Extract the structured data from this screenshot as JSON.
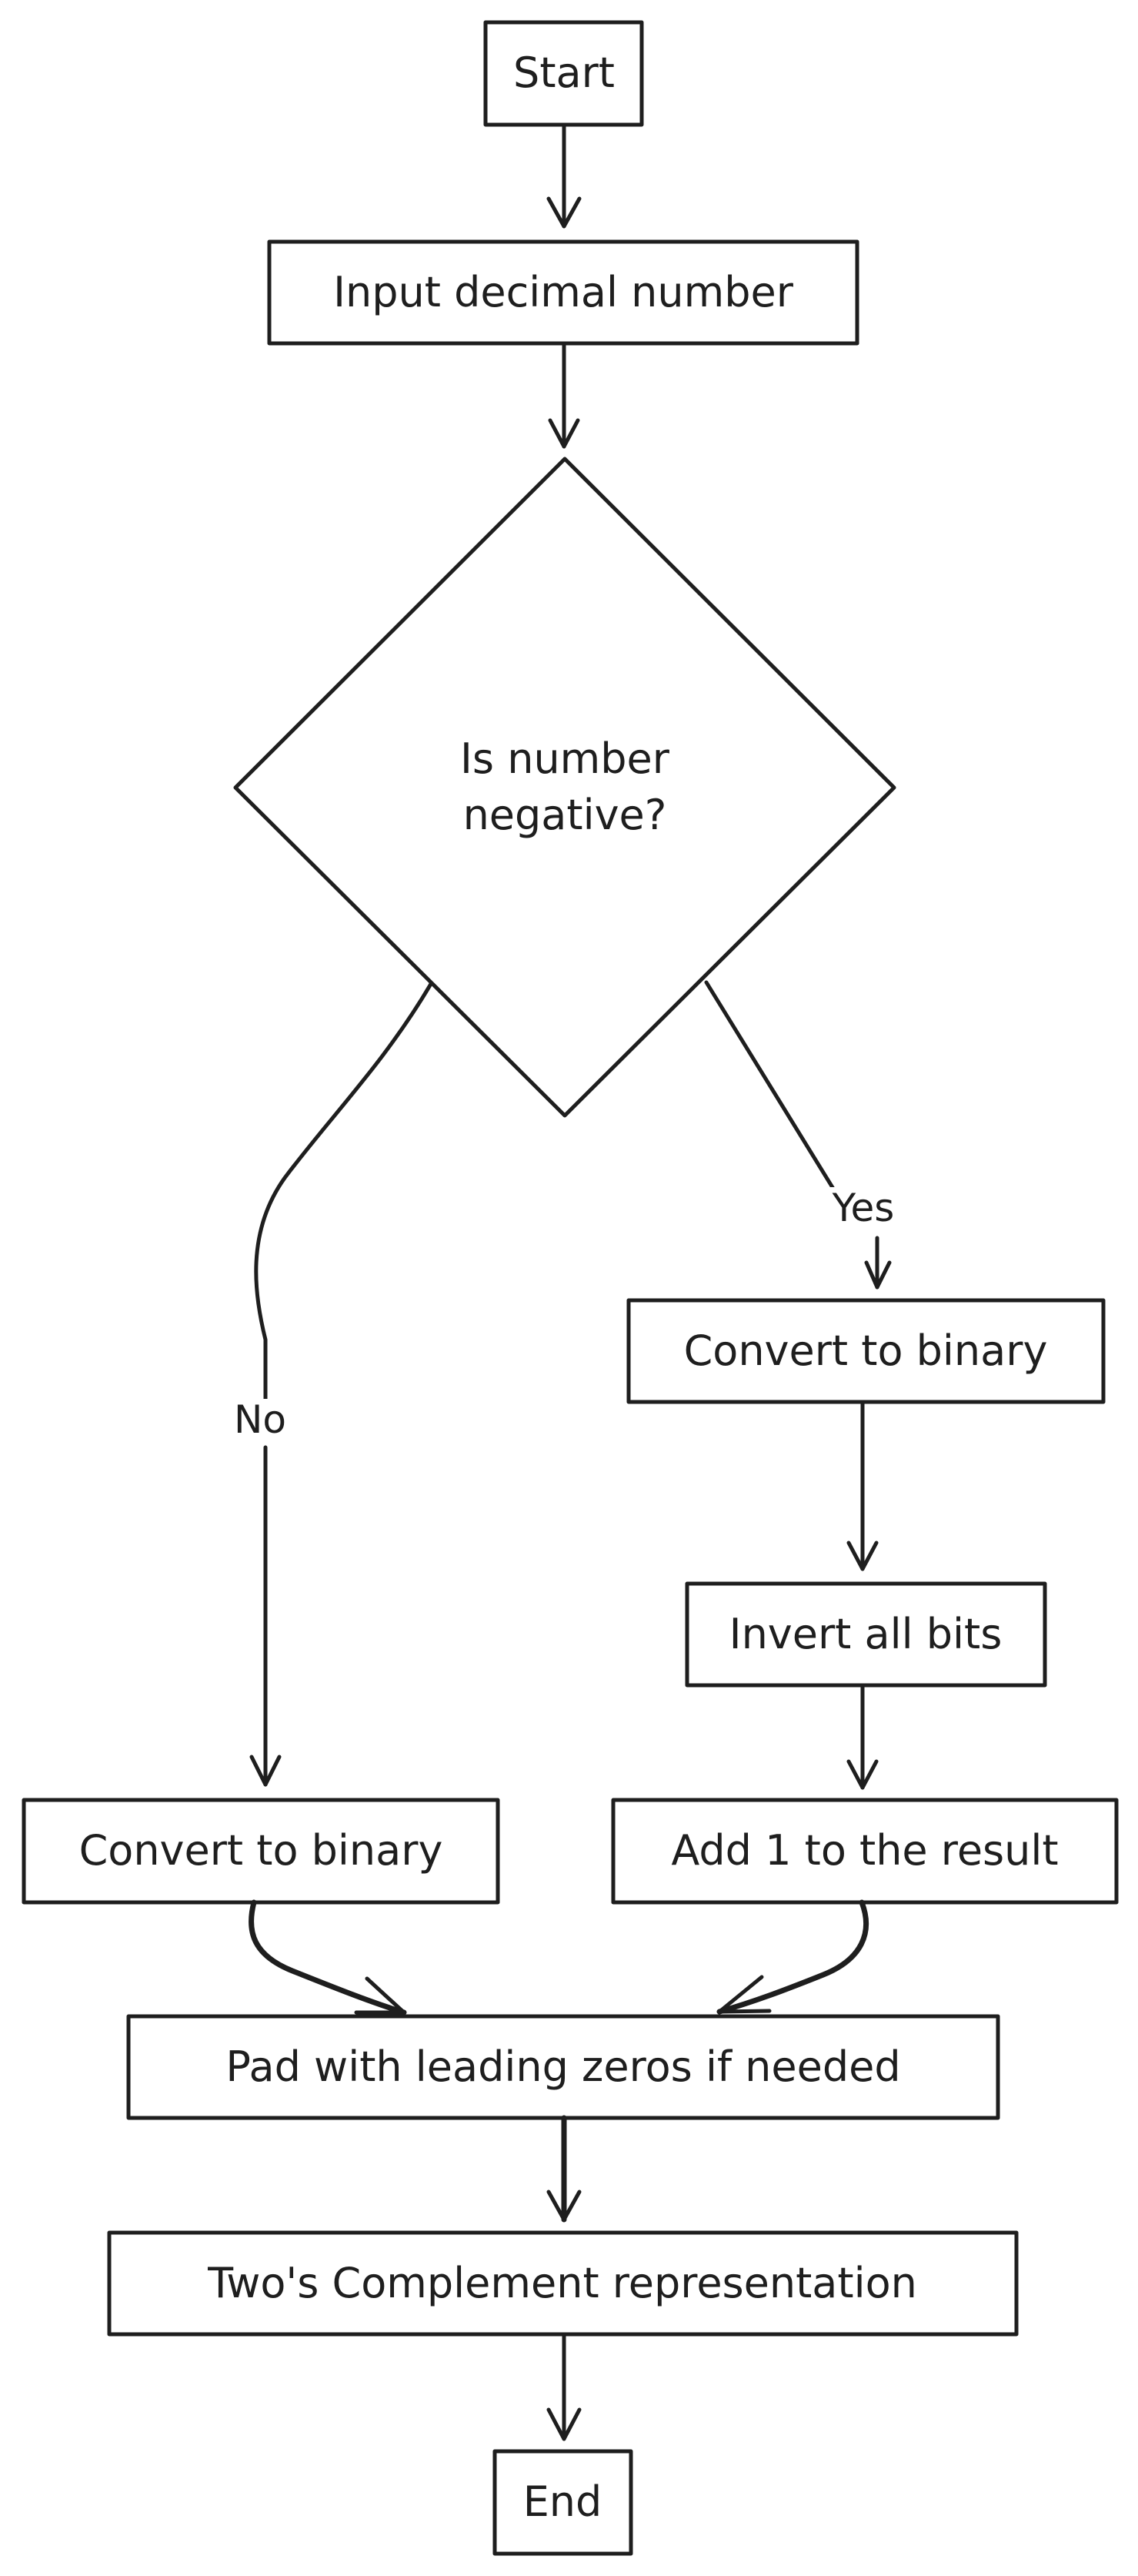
{
  "nodes": {
    "start": "Start",
    "input": "Input decimal number",
    "decision_line1": "Is number",
    "decision_line2": "negative?",
    "convert_no": "Convert to binary",
    "convert_yes": "Convert to binary",
    "invert": "Invert all bits",
    "add_one": "Add 1 to the result",
    "pad": "Pad with leading zeros if needed",
    "twos": "Two's Complement representation",
    "end": "End"
  },
  "edges": {
    "no_label": "No",
    "yes_label": "Yes"
  },
  "colors": {
    "stroke": "#1e1e1e",
    "background": "#ffffff"
  }
}
